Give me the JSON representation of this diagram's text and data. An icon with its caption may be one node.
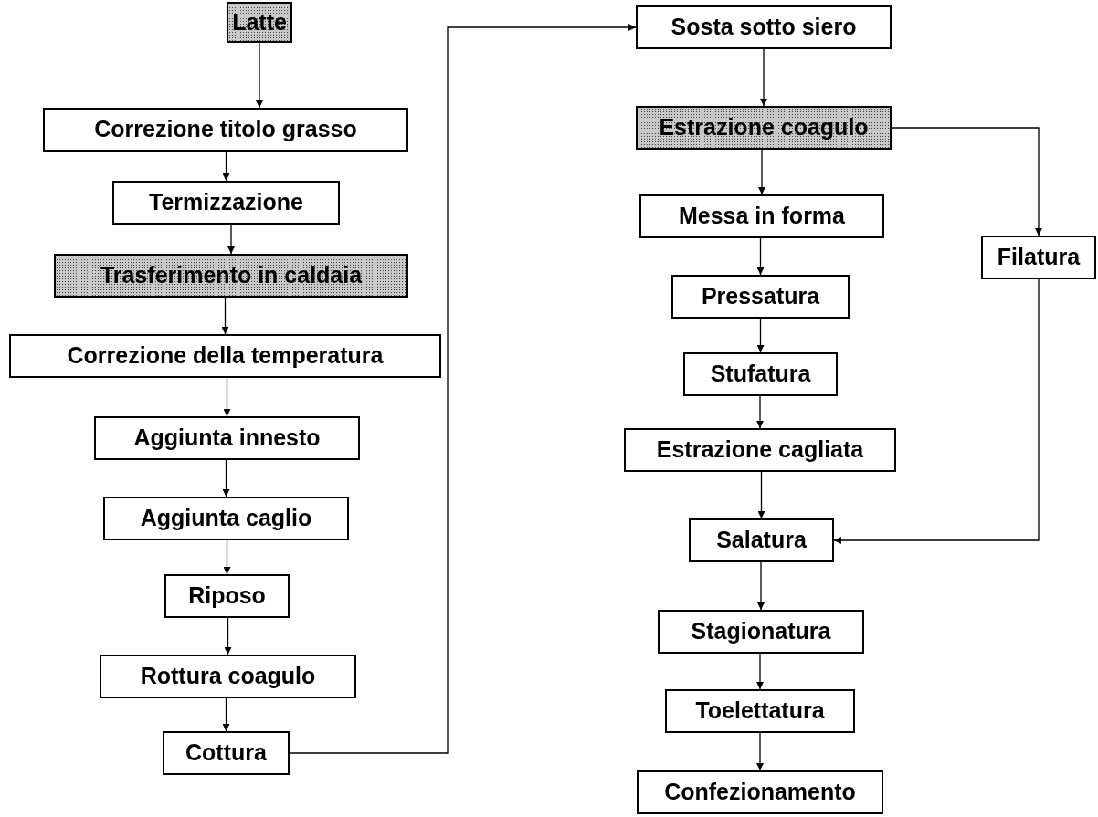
{
  "diagram": {
    "nodes": [
      {
        "text": [
          "Latte"
        ]
      },
      {
        "text": [
          "Correzione titolo grasso"
        ]
      },
      {
        "text": [
          "Termizzazione"
        ]
      },
      {
        "text": [
          "Trasferimento in caldaia"
        ]
      },
      {
        "text": [
          "Correzione della temperatura"
        ]
      },
      {
        "text": [
          "Aggiunta innesto"
        ]
      },
      {
        "text": [
          "Aggiunta caglio"
        ]
      },
      {
        "text": [
          "Riposo"
        ]
      },
      {
        "text": [
          "Rottura coagulo"
        ]
      },
      {
        "text": [
          "Cottura"
        ]
      },
      {
        "text": [
          "Sosta sotto siero"
        ]
      },
      {
        "text": [
          "Estrazione coagulo"
        ]
      },
      {
        "text": [
          "Messa in forma"
        ]
      },
      {
        "text": [
          "Pressatura"
        ]
      },
      {
        "text": [
          "Stufatura"
        ]
      },
      {
        "text": [
          "Estrazione cagliata"
        ]
      },
      {
        "text": [
          "Salatura"
        ]
      },
      {
        "text": [
          "Stagionatura"
        ]
      },
      {
        "text": [
          "Toelettatura"
        ]
      },
      {
        "text": [
          "Confezionamento"
        ]
      },
      {
        "text": [
          "Filatura"
        ]
      }
    ],
    "edges": [
      {
        "from": 0,
        "to": 1,
        "arrow": "to"
      },
      {
        "from": 1,
        "to": 2,
        "arrow": "to"
      },
      {
        "from": 2,
        "to": 3,
        "arrow": "to"
      },
      {
        "from": 3,
        "to": 4,
        "arrow": "to"
      },
      {
        "from": 4,
        "to": 5,
        "arrow": "to"
      },
      {
        "from": 5,
        "to": 6,
        "arrow": "to"
      },
      {
        "from": 6,
        "to": 7,
        "arrow": "to"
      },
      {
        "from": 7,
        "to": 8,
        "arrow": "to"
      },
      {
        "from": 8,
        "to": 9,
        "arrow": "to"
      },
      {
        "from": 9,
        "to": 10,
        "arrow": "to"
      },
      {
        "from": 10,
        "to": 11,
        "arrow": "to"
      },
      {
        "from": 11,
        "to": 12,
        "arrow": "to"
      },
      {
        "from": 12,
        "to": 13,
        "arrow": "to"
      },
      {
        "from": 13,
        "to": 14,
        "arrow": "to"
      },
      {
        "from": 14,
        "to": 15,
        "arrow": "to"
      },
      {
        "from": 15,
        "to": 16,
        "arrow": "to"
      },
      {
        "from": 16,
        "to": 17,
        "arrow": "to"
      },
      {
        "from": 17,
        "to": 18,
        "arrow": "to"
      },
      {
        "from": 18,
        "to": 19,
        "arrow": "to"
      },
      {
        "from": 11,
        "to": 20,
        "arrow": "to"
      },
      {
        "from": 20,
        "to": 16,
        "arrow": "to"
      }
    ]
  }
}
